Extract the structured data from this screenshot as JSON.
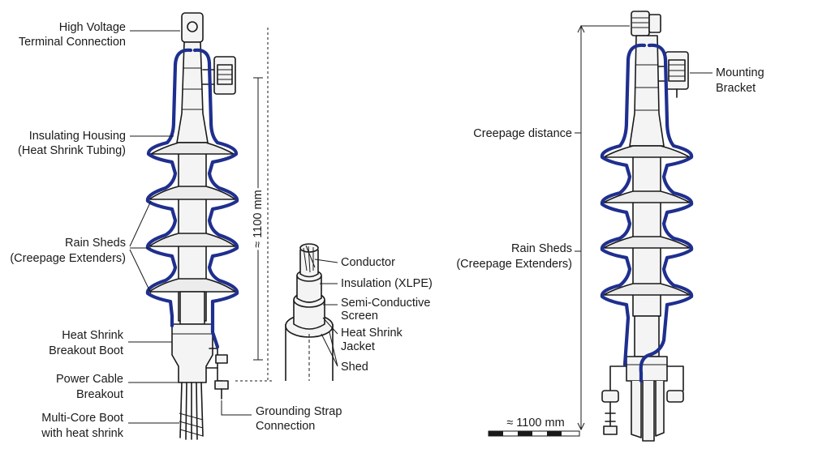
{
  "labels": {
    "hv_terminal_1": "High Voltage",
    "hv_terminal_2": "Terminal Connection",
    "housing_1": "Insulating Housing",
    "housing_2": "(Heat Shrink Tubing)",
    "rain_sheds_1": "Rain Sheds",
    "rain_sheds_2": "(Creepage Extenders)",
    "breakout_boot_1": "Heat Shrink",
    "breakout_boot_2": "Breakout Boot",
    "cable_breakout_1": "Power Cable",
    "cable_breakout_2": "Breakout",
    "multicore_1": "Multi-Core Boot",
    "multicore_2": "with heat shrink",
    "grounding_1": "Grounding Strap",
    "grounding_2": "Connection",
    "height_dim": "≈ 1100 mm",
    "conductor": "Conductor",
    "insulation": "Insulation (XLPE)",
    "semicon_1": "Semi-Conductive",
    "semicon_2": "Screen",
    "jacket_1": "Heat Shrink",
    "jacket_2": "Jacket",
    "shed": "Shed",
    "mounting_1": "Mounting",
    "mounting_2": "Bracket",
    "creepage": "Creepage distance",
    "right_rain_sheds_1": "Rain Sheds",
    "right_rain_sheds_2": "(Creepage Extenders)",
    "scale_dim": "≈ 1100 mm"
  },
  "colors": {
    "creepage_path": "#1f2f8f",
    "ink": "#1a1a1a"
  }
}
